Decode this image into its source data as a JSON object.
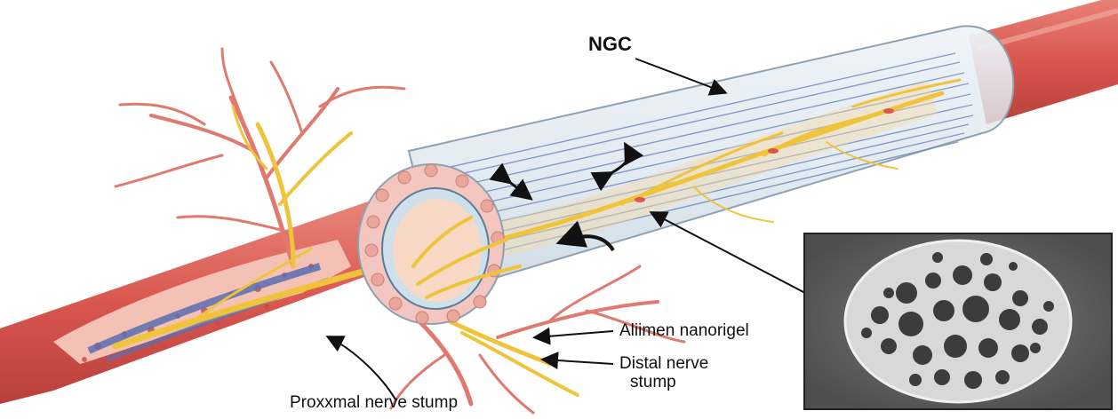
{
  "labels": {
    "ngc": "NGC",
    "aligned_nanofiber_hydrogel": "Aliimen nanorigel",
    "distal_line1": "Distal nerve",
    "distal_line2": "stump",
    "proximal": "Proxxmal nerve stump"
  },
  "colors": {
    "nerve_tissue": "#d9574f",
    "nerve_tissue_light": "#f1b3a6",
    "axon_yellow": "#f0c43a",
    "vessel_blue": "#5a6fb0",
    "conduit_glass": "#dbe6ee",
    "fiber_blue": "#6f86b8",
    "sem_background": "#6c6c6c"
  },
  "icons": {
    "bidirectional_arrow": "double-headed-arrow-icon",
    "curved_arrow": "curved-arrow-icon"
  }
}
